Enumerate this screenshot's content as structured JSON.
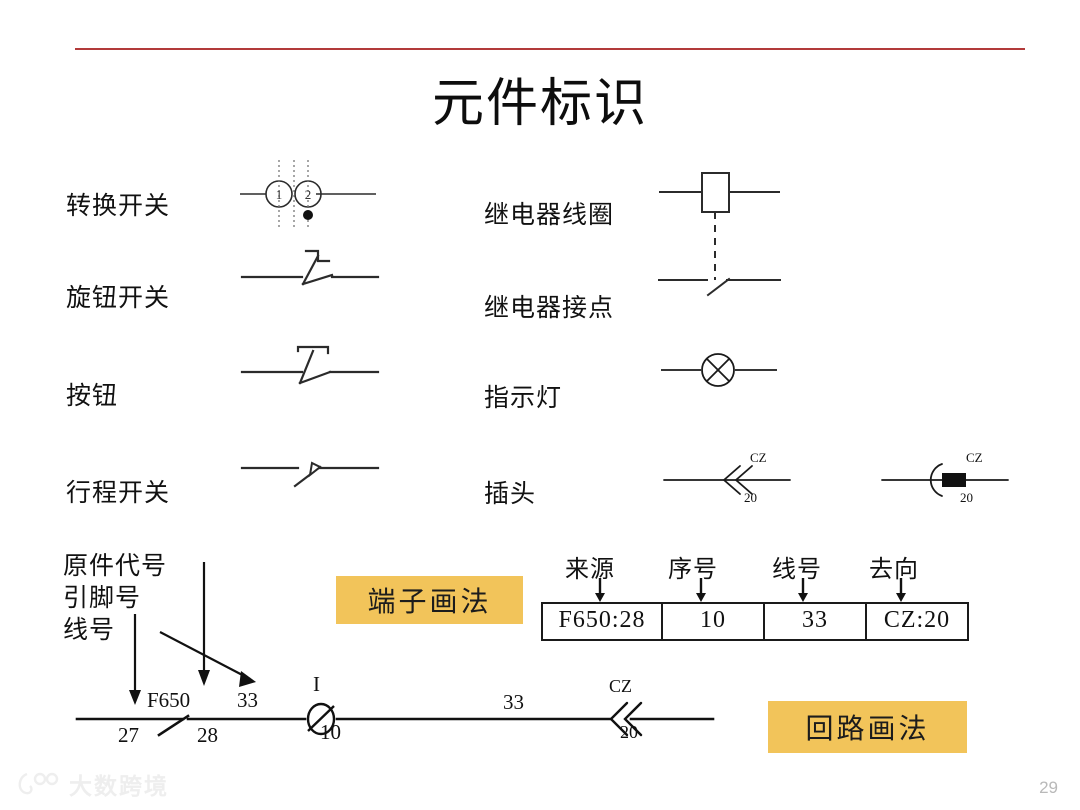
{
  "slide": {
    "title": "元件标识",
    "page_number": "29",
    "accent_rule_color": "#b23a3a",
    "callout_color": "#f2c45a",
    "watermark_text": "大数跨境"
  },
  "symbols": {
    "left_column": [
      {
        "label": "转换开关",
        "icon": "selector-switch-symbol",
        "marks": [
          "1",
          "2"
        ]
      },
      {
        "label": "旋钮开关",
        "icon": "knob-switch-symbol"
      },
      {
        "label": "按钮",
        "icon": "push-button-symbol"
      },
      {
        "label": "行程开关",
        "icon": "limit-switch-symbol"
      }
    ],
    "right_column": [
      {
        "label": "继电器线圈",
        "icon": "relay-coil-symbol"
      },
      {
        "label": "继电器接点",
        "icon": "relay-contact-symbol"
      },
      {
        "label": "指示灯",
        "icon": "indicator-lamp-symbol"
      },
      {
        "label": "插头",
        "icon": "plug-arrow-symbol",
        "tag": "CZ",
        "number": "20"
      }
    ],
    "plug_socket": {
      "icon": "plug-socket-symbol",
      "tag": "CZ",
      "number": "20"
    }
  },
  "terminal_table": {
    "headers": [
      "来源",
      "序号",
      "线号",
      "去向"
    ],
    "row": [
      "F650:28",
      "10",
      "33",
      "CZ:20"
    ],
    "callout": "端子画法"
  },
  "circuit": {
    "callout": "回路画法",
    "annotations": [
      "原件代号",
      "引脚号",
      "线号"
    ],
    "labels": {
      "pin_left": "27",
      "component": "F650",
      "pin_right": "28",
      "wire_left": "33",
      "terminal_top": "I",
      "terminal_bottom": "10",
      "wire_right": "33",
      "plug_tag": "CZ",
      "plug_number": "20"
    }
  }
}
